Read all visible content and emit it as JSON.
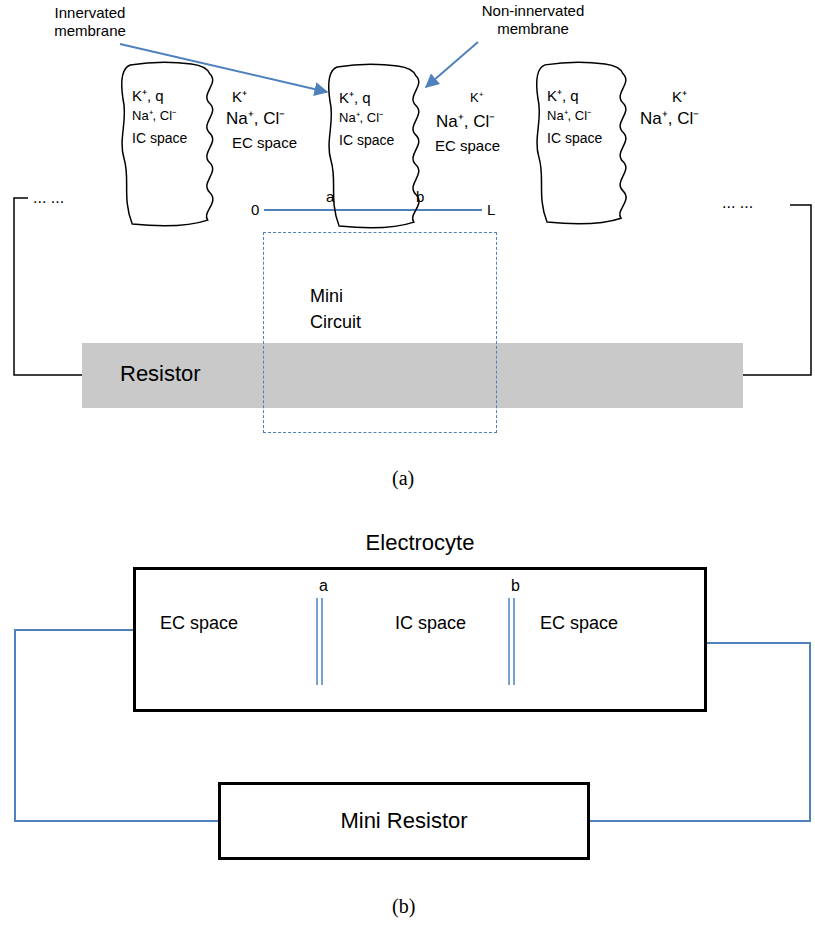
{
  "diagram": {
    "nodes": [
      {
        "text": [
          "K⁺, q",
          "Na⁺, Cl⁻",
          "IC space"
        ]
      },
      {
        "text": [
          "K⁺, q",
          "Na⁺, Cl⁻",
          "IC space"
        ]
      },
      {
        "text": [
          "K⁺, q",
          "Na⁺, Cl⁻",
          "IC space"
        ]
      },
      {
        "text": [
          "Mini Circuit"
        ]
      },
      {
        "text": [
          "Resistor"
        ]
      },
      {
        "text": [
          "Electrocyte",
          "EC space",
          "a",
          "IC space",
          "b",
          "EC space"
        ]
      },
      {
        "text": [
          "Mini Resistor"
        ]
      }
    ],
    "edges": [
      {
        "from": 5,
        "to": 6,
        "arrow": "none"
      },
      {
        "from": 5,
        "to": 6,
        "arrow": "none"
      }
    ],
    "labels": [
      "Innervated membrane",
      "Non-innervated membrane",
      "... ...",
      "K⁺",
      "Na⁺, Cl⁻",
      "EC space",
      "K⁺",
      "Na⁺, Cl⁻",
      "EC space",
      "K⁺",
      "Na⁺, Cl⁻",
      "... ...",
      "0",
      "a",
      "b",
      "L",
      "(a)",
      "(b)"
    ]
  }
}
